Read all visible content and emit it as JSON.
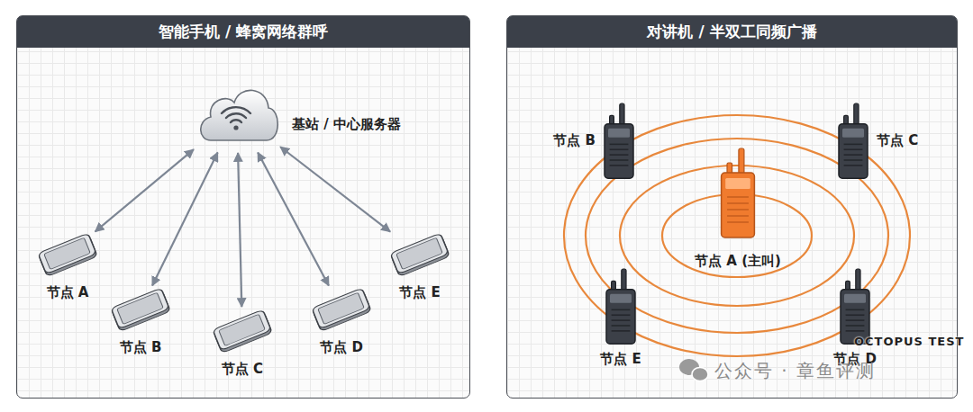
{
  "diagram": {
    "nodes": [
      {
        "text": [
          "智能手机 / 蜂窝网络群呼"
        ]
      },
      {
        "text": [
          "基站 / 中心服务器"
        ],
        "in": 0
      },
      {
        "text": [
          "节点 A"
        ],
        "in": 0
      },
      {
        "text": [
          "节点 B"
        ],
        "in": 0
      },
      {
        "text": [
          "节点 C"
        ],
        "in": 0
      },
      {
        "text": [
          "节点 D"
        ],
        "in": 0
      },
      {
        "text": [
          "节点 E"
        ],
        "in": 0
      },
      {
        "text": [
          "对讲机 / 半双工同频广播"
        ]
      },
      {
        "text": [
          "节点 B"
        ],
        "in": 7
      },
      {
        "text": [
          "节点 C"
        ],
        "in": 7
      },
      {
        "text": [
          "节点 A (主叫)"
        ],
        "in": 7
      },
      {
        "text": [
          "节点 E"
        ],
        "in": 7
      },
      {
        "text": [
          "节点 D"
        ],
        "in": 7
      }
    ],
    "edges": [
      {
        "from": 1,
        "to": 2,
        "arrow": "both"
      },
      {
        "from": 1,
        "to": 3,
        "arrow": "both"
      },
      {
        "from": 1,
        "to": 4,
        "arrow": "both"
      },
      {
        "from": 1,
        "to": 5,
        "arrow": "both"
      },
      {
        "from": 1,
        "to": 6,
        "arrow": "both"
      }
    ],
    "labels": [
      "OCTOPUS TEST",
      "公众号 · 章鱼评测"
    ]
  }
}
